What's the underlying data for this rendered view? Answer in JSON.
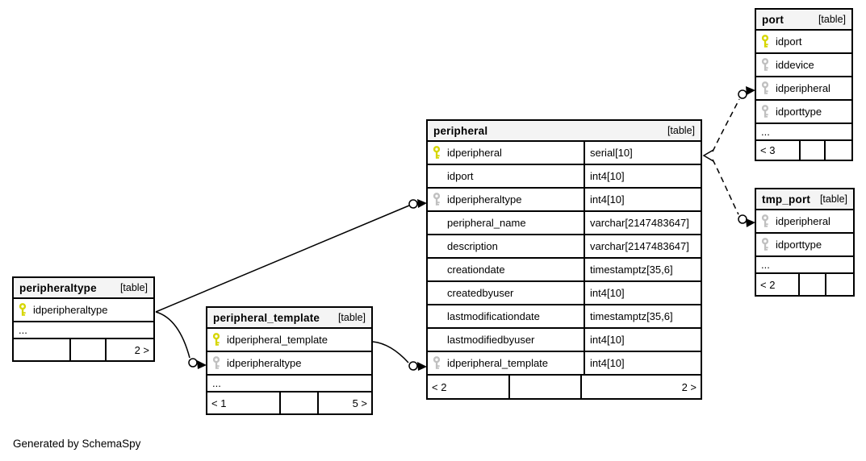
{
  "note": "Generated by SchemaSpy",
  "colors": {
    "background": "#ffffff",
    "table_header_bg": "#f4f4f4",
    "border": "#000000",
    "primary_key": "#d6d600",
    "foreign_key": "#c0c0c0"
  },
  "icons": {
    "primary_key": "yellow-key-icon",
    "foreign_key": "gray-key-icon"
  },
  "tables": {
    "peripheraltype": {
      "title": "peripheraltype",
      "tag": "[table]",
      "rows": [
        {
          "name": "idperipheraltype"
        }
      ],
      "ellipsis": "...",
      "footer": {
        "left": "",
        "mid": "",
        "right": "2 >"
      }
    },
    "peripheral_template": {
      "title": "peripheral_template",
      "tag": "[table]",
      "rows": [
        {
          "name": "idperipheral_template"
        },
        {
          "name": "idperipheraltype"
        }
      ],
      "ellipsis": "...",
      "footer": {
        "left": "< 1",
        "mid": "",
        "right": "5 >"
      }
    },
    "peripheral": {
      "title": "peripheral",
      "tag": "[table]",
      "rows": [
        {
          "name": "idperipheral",
          "type": "serial[10]"
        },
        {
          "name": "idport",
          "type": "int4[10]"
        },
        {
          "name": "idperipheraltype",
          "type": "int4[10]"
        },
        {
          "name": "peripheral_name",
          "type": "varchar[2147483647]"
        },
        {
          "name": "description",
          "type": "varchar[2147483647]"
        },
        {
          "name": "creationdate",
          "type": "timestamptz[35,6]"
        },
        {
          "name": "createdbyuser",
          "type": "int4[10]"
        },
        {
          "name": "lastmodificationdate",
          "type": "timestamptz[35,6]"
        },
        {
          "name": "lastmodifiedbyuser",
          "type": "int4[10]"
        },
        {
          "name": "idperipheral_template",
          "type": "int4[10]"
        }
      ],
      "footer": {
        "left": "< 2",
        "mid": "",
        "right": "2 >"
      }
    },
    "port": {
      "title": "port",
      "tag": "[table]",
      "rows": [
        {
          "name": "idport"
        },
        {
          "name": "iddevice"
        },
        {
          "name": "idperipheral"
        },
        {
          "name": "idporttype"
        }
      ],
      "ellipsis": "...",
      "footer": {
        "left": "< 3",
        "mid": "",
        "right": ""
      }
    },
    "tmp_port": {
      "title": "tmp_port",
      "tag": "[table]",
      "rows": [
        {
          "name": "idperipheral"
        },
        {
          "name": "idporttype"
        }
      ],
      "ellipsis": "...",
      "footer": {
        "left": "< 2",
        "mid": "",
        "right": ""
      }
    }
  }
}
